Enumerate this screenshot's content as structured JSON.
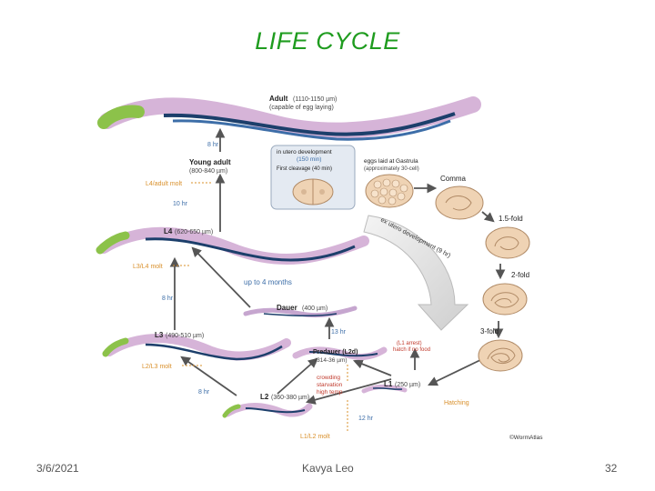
{
  "slide": {
    "title": "LIFE CYCLE",
    "footer_date": "3/6/2021",
    "footer_author": "Kavya Leo",
    "footer_page": "32"
  },
  "diagram": {
    "adult_title": "Adult",
    "adult_size": "(1110-1150 µm)",
    "adult_note": "(capable of egg laying)",
    "t_8hr_top": "8 hr",
    "young_adult_title": "Young adult",
    "young_adult_size": "(800-840 µm)",
    "l4_adult_molt": "L4/adult molt",
    "t_10hr": "10 hr",
    "l4_title": "L4",
    "l4_size": "(620-650 µm)",
    "l3_l4_molt": "L3/L4 molt",
    "up_to_4_months": "up to 4 months",
    "t_8hr_mid": "8 hr",
    "dauer_title": "Dauer",
    "dauer_size": "(400 µm)",
    "t_13hr": "13 hr",
    "l3_title": "L3",
    "l3_size": "(490-510 µm)",
    "l2_l3_molt": "L2/L3 molt",
    "predauer_title": "Predauer (L2d)",
    "predauer_size": "(314-36 µm)",
    "t_8hr_low": "8 hr",
    "l2_title": "L2",
    "l2_size": "(360-380 µm)",
    "crowding_1": "crowding",
    "crowding_2": "starvation",
    "crowding_3": "high temp",
    "t_12hr": "12 hr",
    "l1_l2_molt": "L1/L2 molt",
    "l1_title": "L1",
    "l1_size": "(250 µm)",
    "l1_arrest_1": "(L1 arrest)",
    "l1_arrest_2": "hatch if no food",
    "hatching": "Hatching",
    "in_utero_1": "in utero development",
    "in_utero_2": "(150 min)",
    "first_cleavage": "First cleavage (40 min)",
    "eggs_laid_1": "eggs laid at Gastrula",
    "eggs_laid_2": "(approximately 30-cell)",
    "comma": "Comma",
    "fold_15": "1.5-fold",
    "fold_2": "2-fold",
    "fold_3": "3-fold",
    "ex_utero": "ex utero development (9 hr)",
    "copyright": "©WormAtlas"
  },
  "colors": {
    "title": "#1f9c1f",
    "arrow": "#555555",
    "label_orange": "#d9902b",
    "label_blue": "#3d6ea8",
    "label_red": "#c0392b",
    "worm_body": "#d6b4d8",
    "worm_dark": "#1c3f6b",
    "worm_head": "#8cc24a",
    "embryo": "#efd3b4",
    "panel": "#e4eaf2"
  }
}
